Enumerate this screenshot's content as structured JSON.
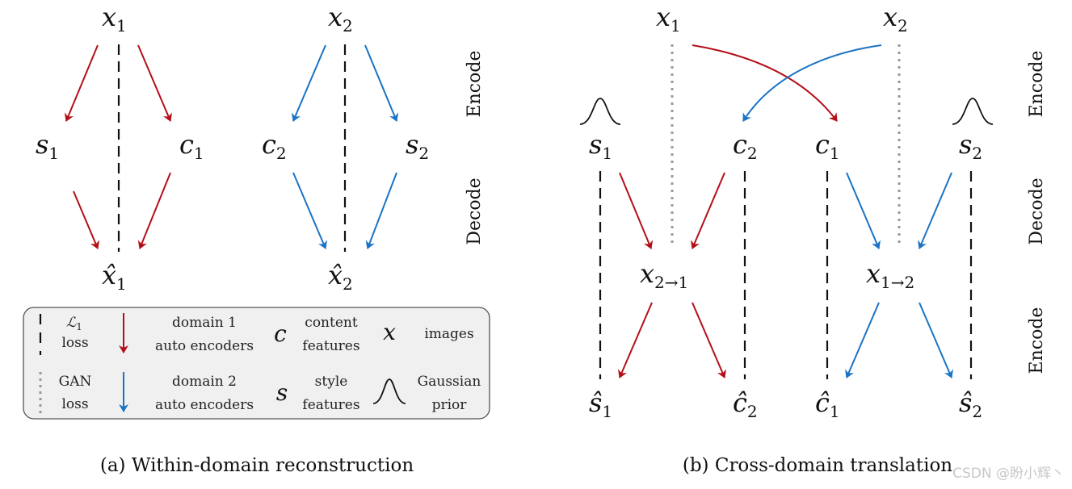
{
  "colors": {
    "domain1": "#b40f19",
    "domain2": "#1a73c4",
    "line": "#111111",
    "dotted": "#999999",
    "legend_bg": "#f0f0f0"
  },
  "panel_a": {
    "nodes": {
      "x1": "x",
      "x1_sub": "1",
      "x2": "x",
      "x2_sub": "2",
      "s1": "s",
      "s1_sub": "1",
      "c1": "c",
      "c1_sub": "1",
      "c2": "c",
      "c2_sub": "2",
      "s2": "s",
      "s2_sub": "2",
      "xh1": "x̂",
      "xh1_sub": "1",
      "xh2": "x̂",
      "xh2_sub": "2"
    },
    "encode_label": "Encode",
    "decode_label": "Decode",
    "caption": "(a) Within-domain reconstruction"
  },
  "panel_b": {
    "nodes": {
      "x1": "x",
      "x1_sub": "1",
      "x2": "x",
      "x2_sub": "2",
      "s1": "s",
      "s1_sub": "1",
      "c2": "c",
      "c2_sub": "2",
      "c1": "c",
      "c1_sub": "1",
      "s2": "s",
      "s2_sub": "2",
      "x21": "x",
      "x21_sub": "2→1",
      "x12": "x",
      "x12_sub": "1→2",
      "sh1": "ŝ",
      "sh1_sub": "1",
      "ch2": "ĉ",
      "ch2_sub": "2",
      "ch1": "ĉ",
      "ch1_sub": "1",
      "sh2": "ŝ",
      "sh2_sub": "2"
    },
    "encode_label_top": "Encode",
    "decode_label": "Decode",
    "encode_label_bottom": "Encode",
    "caption": "(b) Cross-domain translation"
  },
  "legend": {
    "l1_symbol": "ℒ",
    "l1_sub": "1",
    "l1_label": "loss",
    "gan_label_1": "GAN",
    "gan_label_2": "loss",
    "d1_label_1": "domain 1",
    "d1_label_2": "auto encoders",
    "d2_label_1": "domain 2",
    "d2_label_2": "auto encoders",
    "c_symbol": "c",
    "c_label_1": "content",
    "c_label_2": "features",
    "s_symbol": "s",
    "s_label_1": "style",
    "s_label_2": "features",
    "x_symbol": "x",
    "x_label": "images",
    "gauss_label_1": "Gaussian",
    "gauss_label_2": "prior"
  },
  "watermark": "CSDN @盼小辉丶"
}
